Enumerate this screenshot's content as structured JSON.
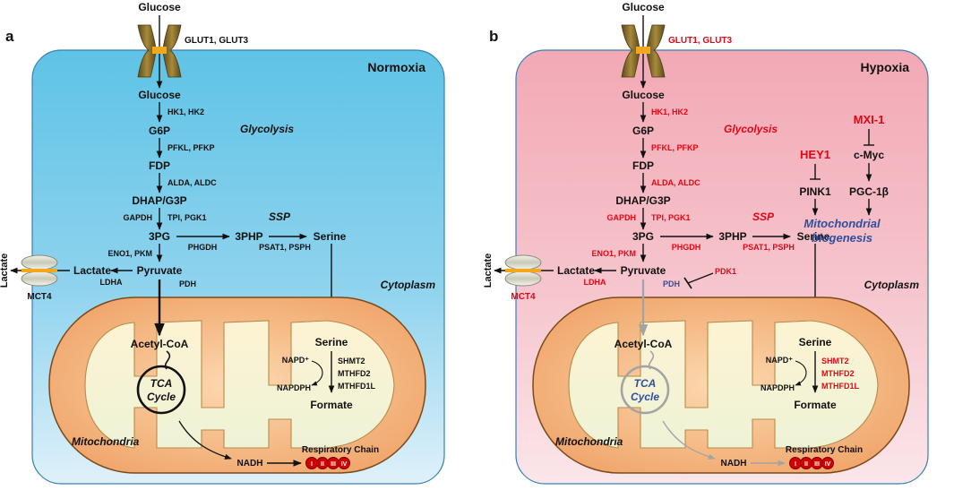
{
  "panels": [
    {
      "letter": "a",
      "condition": "Normoxia",
      "glucose_outside": "Glucose",
      "transporter": "GLUT1, GLUT3",
      "glucose": "Glucose",
      "enz_hk": "HK1, HK2",
      "g6p": "G6P",
      "glycolysis": "Glycolysis",
      "enz_pfk": "PFKL, PFKP",
      "fdp": "FDP",
      "enz_ald": "ALDA, ALDC",
      "dhap": "DHAP/G3P",
      "enz_gapdh": "GAPDH",
      "enz_tpi": "TPI, PGK1",
      "ssp": "SSP",
      "pg3": "3PG",
      "php3": "3PHP",
      "serine": "Serine",
      "enz_phgdh": "PHGDH",
      "enz_psat": "PSAT1, PSPH",
      "enz_eno": "ENO1, PKM",
      "lactate": "Lactate",
      "pyruvate": "Pyruvate",
      "enz_ldha": "LDHA",
      "enz_pdh": "PDH",
      "lactate_out": "Lactate",
      "mct4": "MCT4",
      "cytoplasm": "Cytoplasm",
      "acetyl": "Acetyl-CoA",
      "tca1": "TCA",
      "tca2": "Cycle",
      "serine_mito": "Serine",
      "nadp": "NAPD⁺",
      "nadph": "NAPDPH",
      "enz_shmt2": "SHMT2",
      "enz_mthfd2": "MTHFD2",
      "enz_mthfd1l": "MTHFD1L",
      "formate": "Formate",
      "mitochondria": "Mitochondria",
      "nadh": "NADH",
      "resp_chain": "Respiratory Chain",
      "complexes": [
        "I",
        "II",
        "III",
        "IV"
      ]
    },
    {
      "letter": "b",
      "condition": "Hypoxia",
      "glucose_outside": "Glucose",
      "transporter": "GLUT1, GLUT3",
      "glucose": "Glucose",
      "enz_hk": "HK1, HK2",
      "g6p": "G6P",
      "glycolysis": "Glycolysis",
      "enz_pfk": "PFKL, PFKP",
      "fdp": "FDP",
      "enz_ald": "ALDA, ALDC",
      "dhap": "DHAP/G3P",
      "enz_gapdh": "GAPDH",
      "enz_tpi": "TPI, PGK1",
      "ssp": "SSP",
      "pg3": "3PG",
      "php3": "3PHP",
      "serine": "Serine",
      "enz_phgdh": "PHGDH",
      "enz_psat": "PSAT1, PSPH",
      "enz_eno": "ENO1, PKM",
      "lactate": "Lactate",
      "pyruvate": "Pyruvate",
      "enz_ldha": "LDHA",
      "enz_pdh": "PDH",
      "enz_pdk1": "PDK1",
      "lactate_out": "Lactate",
      "mct4": "MCT4",
      "cytoplasm": "Cytoplasm",
      "mxi1": "MXI-1",
      "cmyc": "c-Myc",
      "hey1": "HEY1",
      "pink1": "PINK1",
      "pgc": "PGC-1β",
      "biogenesis1": "Mitochondrial",
      "biogenesis2": "biogenesis",
      "acetyl": "Acetyl-CoA",
      "tca1": "TCA",
      "tca2": "Cycle",
      "serine_mito": "Serine",
      "nadp": "NAPD⁺",
      "nadph": "NAPDPH",
      "enz_shmt2": "SHMT2",
      "enz_mthfd2": "MTHFD2",
      "enz_mthfd1l": "MTHFD1L",
      "formate": "Formate",
      "mitochondria": "Mitochondria",
      "nadh": "NADH",
      "resp_chain": "Respiratory Chain",
      "complexes": [
        "I",
        "II",
        "III",
        "IV"
      ]
    }
  ],
  "colors": {
    "normoxia_fill": "#6cc8e6",
    "hypoxia_fill": "#f4b8c2",
    "upregulated": "#e30613",
    "downregulated": "#2e4f9e",
    "mito_outer": "#f3b07a",
    "mito_inner": "#fbf0c8",
    "complex": "#d40000"
  }
}
